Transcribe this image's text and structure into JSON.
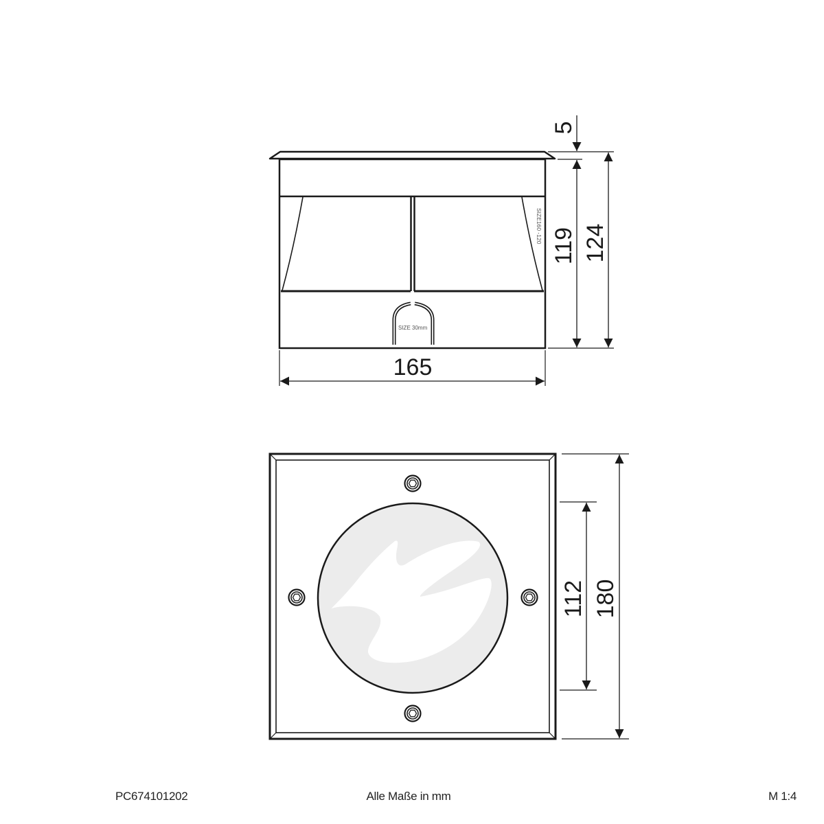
{
  "side_view": {
    "dimensions": {
      "width": "165",
      "flange_height": "5",
      "body_height": "119",
      "total_height": "124"
    },
    "labels": {
      "size_side": "SIZE160 -120",
      "cable_entry": "SIZE 30mm"
    }
  },
  "top_view": {
    "dimensions": {
      "glass_diameter": "112",
      "outer_size": "180"
    },
    "screw_count": 4
  },
  "footer": {
    "article_number": "PC674101202",
    "units_note": "Alle Maße in mm",
    "scale": "M 1:4"
  },
  "colors": {
    "line": "#1a1a1a",
    "glass_fill": "#ececec",
    "highlight": "#ffffff"
  }
}
